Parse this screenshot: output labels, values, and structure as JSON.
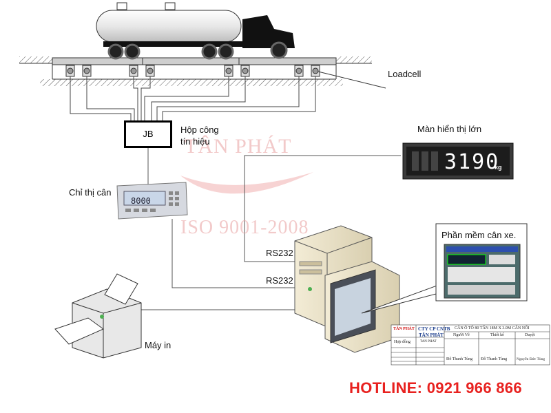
{
  "labels": {
    "loadcell": "Loadcell",
    "jb": "JB",
    "junction_box": "Hộp công\ntín hiệu",
    "big_display": "Màn hiển thị lớn",
    "indicator": "Chỉ thị cân",
    "rs232_top": "RS232",
    "rs232_bottom": "RS232",
    "software": "Phần mềm cân xe.",
    "printer": "Máy in"
  },
  "big_display": {
    "value": "3190",
    "unit": "kg"
  },
  "indicator": {
    "value": "8000"
  },
  "watermark": {
    "company": "TÂN PHÁT",
    "iso": "ISO 9001-2008"
  },
  "hotline": "HOTLINE:  0921 966 866",
  "title_block": {
    "logo": "TÂN PHÁT",
    "company": "CTY CP CNTB",
    "company2": "TÂN PHÁT",
    "drawing_title": "CÂN Ô TÔ 80 TẤN 18M X 3.0M CÂN NỔI",
    "col1": "Người Vẽ",
    "col2": "Thiết kế",
    "col3": "Duyệt",
    "name1": "Đỗ Thanh Tùng",
    "name2": "Đỗ Thanh Tùng",
    "name3": "Nguyễn Đức Tùng",
    "row_label": "Hợp đồng",
    "row_value": "TAN PHAT"
  },
  "colors": {
    "hotline": "#e8211f",
    "watermark": "#e9a0a0",
    "display_bg": "#2a2a2a"
  }
}
